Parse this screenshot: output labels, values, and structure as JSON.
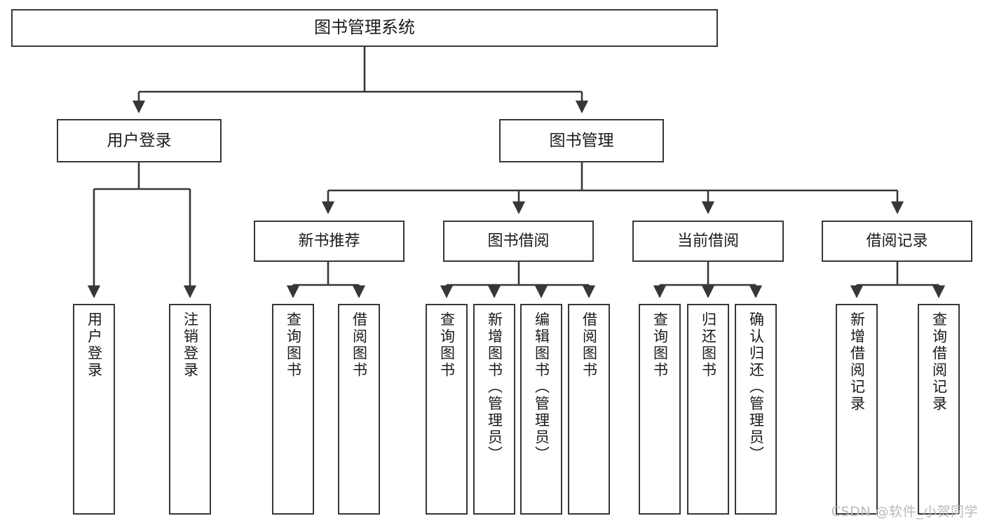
{
  "diagram": {
    "title": "图书管理系统",
    "type": "tree-hierarchy",
    "orientation": "top-down",
    "colors": {
      "box_border": "#33383d",
      "box_fill": "#ffffff",
      "edge": "#33383d",
      "text": "#1b1b1b",
      "watermark": "#b9b9b9"
    }
  },
  "root": {
    "id": "root",
    "label": "图书管理系统"
  },
  "level2": [
    {
      "id": "user-login",
      "label": "用户登录"
    },
    {
      "id": "book-manage",
      "label": "图书管理"
    }
  ],
  "level3": [
    {
      "id": "new-book-recommend",
      "label": "新书推荐",
      "parent": "book-manage"
    },
    {
      "id": "book-borrow",
      "label": "图书借阅",
      "parent": "book-manage"
    },
    {
      "id": "current-borrow",
      "label": "当前借阅",
      "parent": "book-manage"
    },
    {
      "id": "borrow-record",
      "label": "借阅记录",
      "parent": "book-manage"
    }
  ],
  "leaves": [
    {
      "id": "leaf-user-login",
      "label": "用户登录",
      "parent": "user-login"
    },
    {
      "id": "leaf-logout",
      "label": "注销登录",
      "parent": "user-login"
    },
    {
      "id": "leaf-query-book-1",
      "label": "查询图书",
      "parent": "new-book-recommend"
    },
    {
      "id": "leaf-borrow-book-1",
      "label": "借阅图书",
      "parent": "new-book-recommend"
    },
    {
      "id": "leaf-query-book-2",
      "label": "查询图书",
      "parent": "book-borrow"
    },
    {
      "id": "leaf-add-book",
      "label": "新增图书（管理员）",
      "parent": "book-borrow"
    },
    {
      "id": "leaf-edit-book",
      "label": "编辑图书（管理员）",
      "parent": "book-borrow"
    },
    {
      "id": "leaf-borrow-book-2",
      "label": "借阅图书",
      "parent": "book-borrow"
    },
    {
      "id": "leaf-query-book-3",
      "label": "查询图书",
      "parent": "current-borrow"
    },
    {
      "id": "leaf-return-book",
      "label": "归还图书",
      "parent": "current-borrow"
    },
    {
      "id": "leaf-confirm-return",
      "label": "确认归还（管理员）",
      "parent": "current-borrow"
    },
    {
      "id": "leaf-add-record",
      "label": "新增借阅记录",
      "parent": "borrow-record"
    },
    {
      "id": "leaf-query-record",
      "label": "查询借阅记录",
      "parent": "borrow-record"
    }
  ],
  "watermark": {
    "text": "CSDN @软件_小贺同学"
  }
}
